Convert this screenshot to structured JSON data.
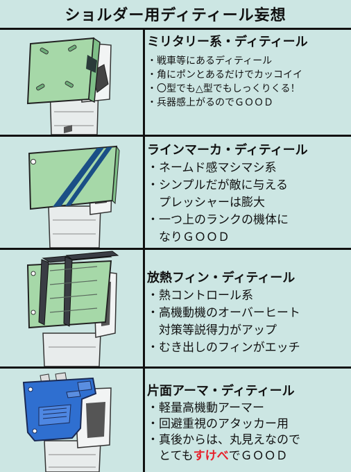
{
  "title": "ショルダー用ディティール妄想",
  "sections": [
    {
      "heading": "ミリタリー系・ディティール",
      "items": [
        "・戦車等にあるディティール",
        "・角にポンとあるだけでカッコイイ",
        "・〇型でも△型でもしっくりくる！",
        "・兵器感上がるのでＧＯＯＤ"
      ]
    },
    {
      "heading": "ラインマーカ・ディティール",
      "items": [
        "・ネームド感マシマシ系",
        "・シンプルだが敵に与える",
        "　プレッシャーは膨大",
        "・一つ上のランクの機体に",
        "　なりＧＯＯＤ"
      ]
    },
    {
      "heading": "放熱フィン・ディティール",
      "items": [
        "・熱コントロール系",
        "・高機動機のオーバーヒート",
        "　対策等説得力がアップ",
        "・むき出しのフィンがエッチ"
      ]
    },
    {
      "heading": "片面アーマ・ディティール",
      "items": [
        "・軽量高機動アーマー",
        "・回避重視のアタッカー用",
        "・真後からは、丸見えなので"
      ],
      "last_line": {
        "before": "　とても",
        "highlight": "すけべ",
        "after": "でＧＯＯＤ"
      }
    }
  ],
  "colors": {
    "background": "#cce6e3",
    "armor_green": "#a6d8a8",
    "armor_blue": "#2f6fd0",
    "stripe": "#1b4f86",
    "highlight": "#e8202a"
  }
}
